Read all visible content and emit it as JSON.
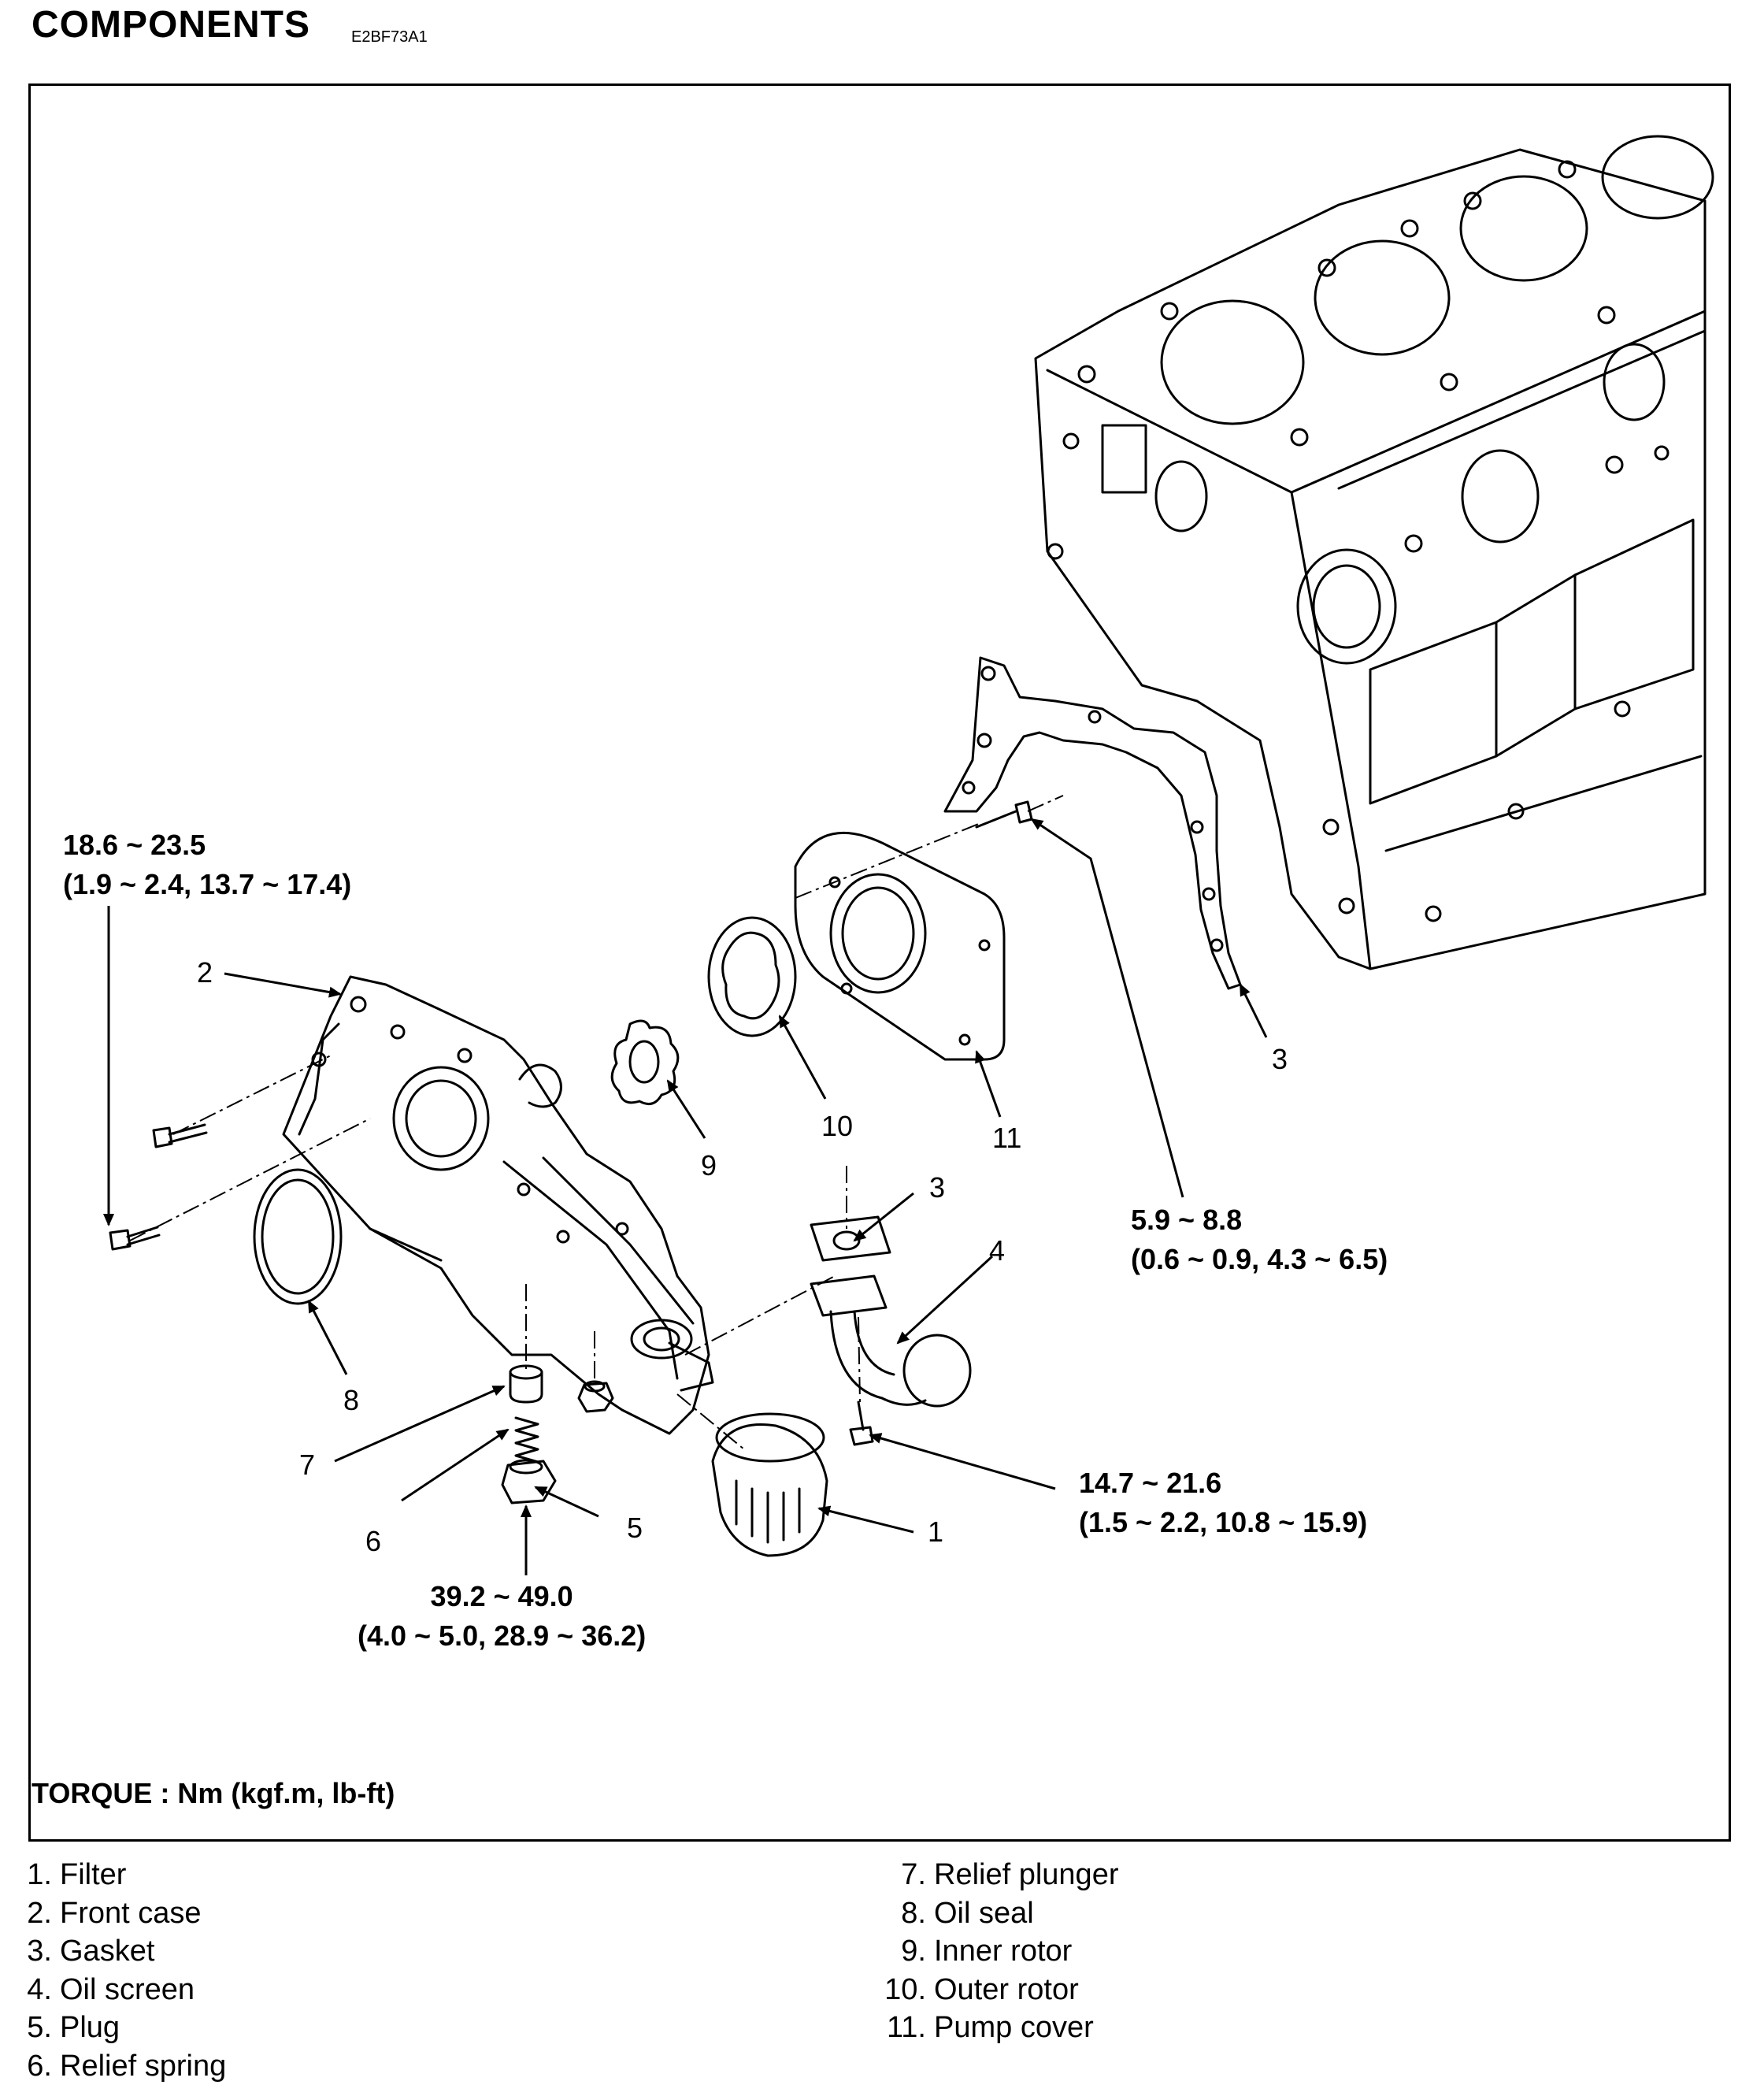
{
  "header": {
    "title": "COMPONENTS",
    "code": "E2BF73A1"
  },
  "callouts": {
    "c1": "1",
    "c2": "2",
    "c3a": "3",
    "c3b": "3",
    "c4": "4",
    "c5": "5",
    "c6": "6",
    "c7": "7",
    "c8": "8",
    "c9": "9",
    "c10": "10",
    "c11": "11"
  },
  "torques": {
    "t1": {
      "nm": "18.6 ~ 23.5",
      "alt": "(1.9 ~ 2.4, 13.7 ~ 17.4)"
    },
    "t2": {
      "nm": "5.9 ~ 8.8",
      "alt": "(0.6 ~ 0.9, 4.3 ~ 6.5)"
    },
    "t3": {
      "nm": "14.7 ~ 21.6",
      "alt": "(1.5 ~ 2.2, 10.8 ~ 15.9)"
    },
    "t4": {
      "nm": "39.2 ~ 49.0",
      "alt": "(4.0 ~ 5.0, 28.9 ~ 36.2)"
    }
  },
  "torque_units": "TORQUE : Nm (kgf.m, lb-ft)",
  "legend": [
    {
      "num": "1.",
      "label": "Filter"
    },
    {
      "num": "2.",
      "label": "Front case"
    },
    {
      "num": "3.",
      "label": "Gasket"
    },
    {
      "num": "4.",
      "label": "Oil screen"
    },
    {
      "num": "5.",
      "label": "Plug"
    },
    {
      "num": "6.",
      "label": "Relief spring"
    },
    {
      "num": "7.",
      "label": "Relief plunger"
    },
    {
      "num": "8.",
      "label": "Oil seal"
    },
    {
      "num": "9.",
      "label": "Inner rotor"
    },
    {
      "num": "10.",
      "label": "Outer rotor"
    },
    {
      "num": "11.",
      "label": "Pump cover"
    }
  ]
}
